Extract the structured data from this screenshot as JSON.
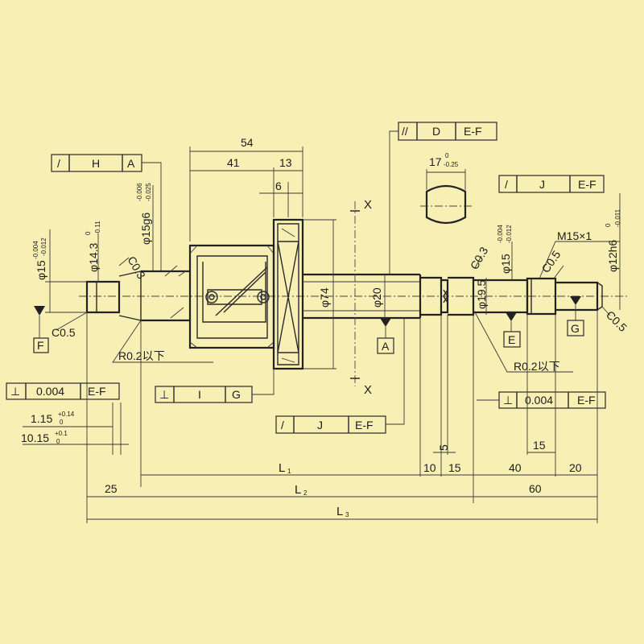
{
  "colors": {
    "background": "#f8efb4",
    "ink": "#222222"
  },
  "labels": {
    "d54": "54",
    "d41": "41",
    "d13": "13",
    "d6": "6",
    "d17": "17",
    "d17_tol_top": "0",
    "d17_tol_bot": "-0.25",
    "d25": "25",
    "d10": "10",
    "d15a": "15",
    "d15b": "15",
    "d5": "5",
    "d40": "40",
    "d20": "20",
    "d60": "60",
    "L1": "L",
    "L1_sub": "1",
    "L2": "L",
    "L2_sub": "2",
    "L3": "L",
    "L3_sub": "3",
    "dia15_left": "φ15",
    "dia15_left_tol1": "-0.004",
    "dia15_left_tol2": "-0.012",
    "dia14_3": "φ14.3",
    "dia14_3_tol1": "0",
    "dia14_3_tol2": "-0.11",
    "dia15g6": "φ15g6",
    "dia15g6_tol1": "-0.006",
    "dia15g6_tol2": "-0.025",
    "dia74": "φ74",
    "dia20": "φ20",
    "dia19_5": "φ19.5",
    "dia15_right": "φ15",
    "dia15_right_tol1": "-0.004",
    "dia15_right_tol2": "-0.012",
    "dia12h6": "φ12h6",
    "dia12h6_tol1": "0",
    "dia12h6_tol2": "-0.011",
    "c03_left": "C0.3",
    "c05_left": "C0.5",
    "c03_right": "C0.3",
    "c05_mid": "C0.5",
    "c05_right": "C0.5",
    "m15": "M15×1",
    "r02_left": "R0.2以下",
    "r02_right": "R0.2以下",
    "x_top": "X",
    "x_bottom": "X",
    "datum_F": "F",
    "datum_A": "A",
    "datum_E": "E",
    "datum_G": "G",
    "dim115": "1.15",
    "dim115_tol1": "+0.14",
    "dim115_tol2": "0",
    "dim1015": "10.15",
    "dim1015_tol1": "+0.1",
    "dim1015_tol2": "0"
  },
  "frames": {
    "h_a": {
      "sym": "/",
      "val": "H",
      "ref": "A"
    },
    "d_ef": {
      "sym": "//",
      "val": "D",
      "ref": "E-F"
    },
    "j_ef_top": {
      "sym": "/",
      "val": "J",
      "ref": "E-F"
    },
    "perp_left": {
      "sym": "⊥",
      "val": "0.004",
      "ref": "E-F"
    },
    "i_g": {
      "sym": "⊥",
      "val": "I",
      "ref": "G"
    },
    "j_ef_mid": {
      "sym": "/",
      "val": "J",
      "ref": "E-F"
    },
    "perp_right": {
      "sym": "⊥",
      "val": "0.004",
      "ref": "E-F"
    }
  }
}
